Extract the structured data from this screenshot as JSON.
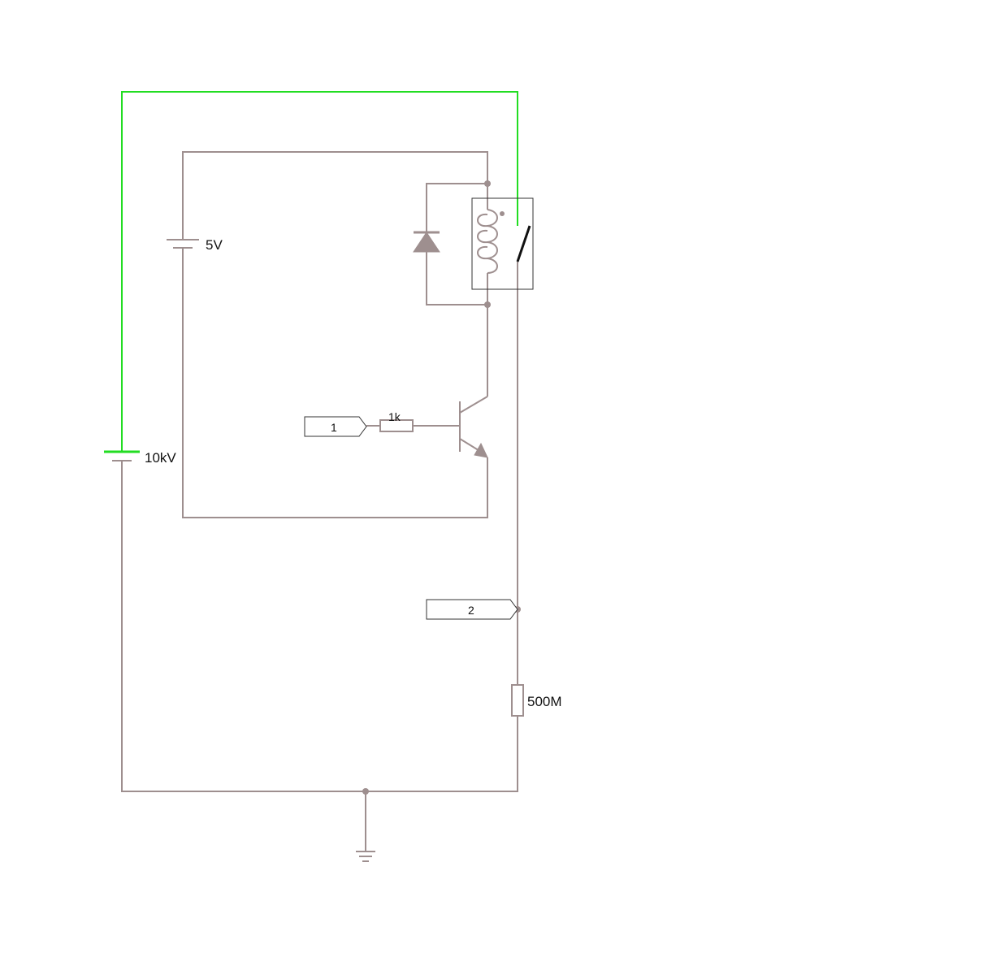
{
  "components": {
    "battery_5v": {
      "label": "5V"
    },
    "battery_10kv": {
      "label": "10kV"
    },
    "resistor_base": {
      "label": "1k"
    },
    "resistor_load": {
      "label": "500M"
    },
    "input_pin": {
      "label": "1"
    },
    "output_pin": {
      "label": "2"
    }
  },
  "colors": {
    "wire": "#9e8f8f",
    "energized_wire": "#22dd22",
    "switch_contact": "#111111",
    "background": "#ffffff"
  }
}
